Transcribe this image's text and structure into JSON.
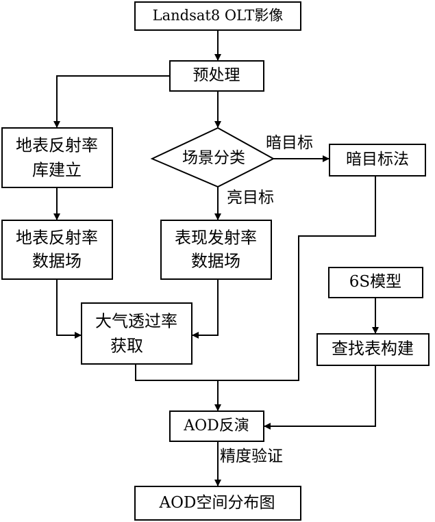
{
  "nodes": {
    "landsat": "Landsat8 OLT影像",
    "preprocess": "预处理",
    "surface_lib": [
      "地表反射率",
      "库建立"
    ],
    "scene": "场景分类",
    "dark_method": "暗目标法",
    "surface_field": [
      "地表反射率",
      "数据场"
    ],
    "apparent_field": [
      "表现发射率",
      "数据场"
    ],
    "model_6s": "6S模型",
    "lookup": "查找表构建",
    "transmittance": [
      "大气透过率",
      "获取"
    ],
    "aod_inversion": "AOD反演",
    "aod_map": "AOD空间分布图"
  },
  "edge_labels": {
    "dark_target": "暗目标",
    "bright_target": "亮目标",
    "validation": "精度验证"
  }
}
